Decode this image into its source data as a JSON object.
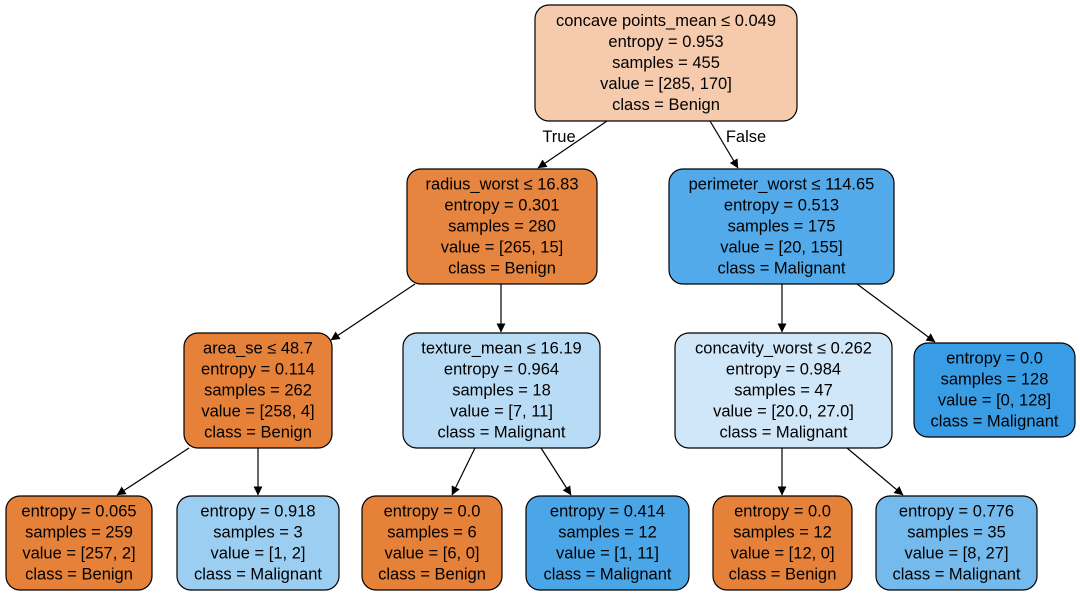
{
  "colors": {
    "edge": "#000000",
    "border": "#000000"
  },
  "edge_labels": {
    "true_label": "True",
    "false_label": "False"
  },
  "nodes": [
    {
      "id": "n0",
      "fill": "#f6cbad",
      "lines": [
        "concave points_mean ≤ 0.049",
        "entropy = 0.953",
        "samples = 455",
        "value = [285, 170]",
        "class = Benign"
      ]
    },
    {
      "id": "n1",
      "fill": "#e6853f",
      "lines": [
        "radius_worst ≤ 16.83",
        "entropy = 0.301",
        "samples = 280",
        "value = [265, 15]",
        "class = Benign"
      ]
    },
    {
      "id": "n2",
      "fill": "#52aaeb",
      "lines": [
        "perimeter_worst ≤ 114.65",
        "entropy = 0.513",
        "samples = 175",
        "value = [20, 155]",
        "class = Malignant"
      ]
    },
    {
      "id": "n3",
      "fill": "#e6813a",
      "lines": [
        "area_se ≤ 48.7",
        "entropy = 0.114",
        "samples = 262",
        "value = [258, 4]",
        "class = Benign"
      ]
    },
    {
      "id": "n4",
      "fill": "#b9dcf6",
      "lines": [
        "texture_mean ≤ 16.19",
        "entropy = 0.964",
        "samples = 18",
        "value = [7, 11]",
        "class = Malignant"
      ]
    },
    {
      "id": "n5",
      "fill": "#d0e7f9",
      "lines": [
        "concavity_worst ≤ 0.262",
        "entropy = 0.984",
        "samples = 47",
        "value = [20.0, 27.0]",
        "class = Malignant"
      ]
    },
    {
      "id": "n6",
      "fill": "#399de5",
      "lines": [
        "entropy = 0.0",
        "samples = 128",
        "value = [0, 128]",
        "class = Malignant"
      ]
    },
    {
      "id": "n7",
      "fill": "#e58139",
      "lines": [
        "entropy = 0.065",
        "samples = 259",
        "value = [257, 2]",
        "class = Benign"
      ]
    },
    {
      "id": "n8",
      "fill": "#9ccef2",
      "lines": [
        "entropy = 0.918",
        "samples = 3",
        "value = [1, 2]",
        "class = Malignant"
      ]
    },
    {
      "id": "n9",
      "fill": "#e58139",
      "lines": [
        "entropy = 0.0",
        "samples = 6",
        "value = [6, 0]",
        "class = Benign"
      ]
    },
    {
      "id": "n10",
      "fill": "#4ba6e7",
      "lines": [
        "entropy = 0.414",
        "samples = 12",
        "value = [1, 11]",
        "class = Malignant"
      ]
    },
    {
      "id": "n11",
      "fill": "#e58139",
      "lines": [
        "entropy = 0.0",
        "samples = 12",
        "value = [12, 0]",
        "class = Benign"
      ]
    },
    {
      "id": "n12",
      "fill": "#74baed",
      "lines": [
        "entropy = 0.776",
        "samples = 35",
        "value = [8, 27]",
        "class = Malignant"
      ]
    }
  ],
  "edges": [
    {
      "from": "n0",
      "to": "n1",
      "label_key": "true_label"
    },
    {
      "from": "n0",
      "to": "n2",
      "label_key": "false_label"
    },
    {
      "from": "n1",
      "to": "n3"
    },
    {
      "from": "n1",
      "to": "n4"
    },
    {
      "from": "n2",
      "to": "n5"
    },
    {
      "from": "n2",
      "to": "n6"
    },
    {
      "from": "n3",
      "to": "n7"
    },
    {
      "from": "n3",
      "to": "n8"
    },
    {
      "from": "n4",
      "to": "n9"
    },
    {
      "from": "n4",
      "to": "n10"
    },
    {
      "from": "n5",
      "to": "n11"
    },
    {
      "from": "n5",
      "to": "n12"
    }
  ]
}
